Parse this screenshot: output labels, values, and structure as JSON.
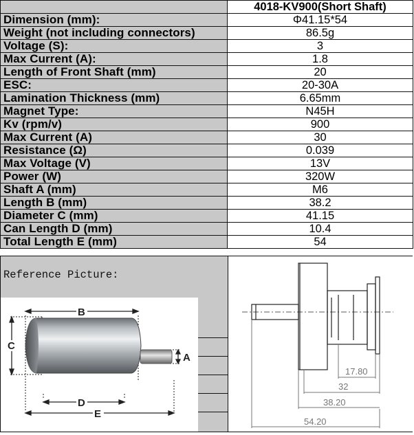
{
  "table": {
    "header": "4018-KV900(Short Shaft)",
    "rows": [
      {
        "label": "Dimension (mm):",
        "value": "Φ41.15*54"
      },
      {
        "label": "Weight  (not including connectors)",
        "value": "86.5g"
      },
      {
        "label": "Voltage (S):",
        "value": "3"
      },
      {
        "label": "Max Current (A):",
        "value": "1.8"
      },
      {
        "label": "Length of Front Shaft (mm)",
        "value": "20"
      },
      {
        "label": "ESC:",
        "value": "20-30A"
      },
      {
        "label": "Lamination Thickness (mm)",
        "value": "6.65mm"
      },
      {
        "label": "Magnet Type:",
        "value": "N45H"
      },
      {
        "label": "Kv (rpm/v)",
        "value": "900"
      },
      {
        "label": "Max Current  (A)",
        "value": "30"
      },
      {
        "label": "Resistance (Ω)",
        "value": "0.039"
      },
      {
        "label": "Max Voltage  (V)",
        "value": "13V"
      },
      {
        "label": "Power (W)",
        "value": "320W"
      },
      {
        "label": "Shaft A (mm)",
        "value": "M6"
      },
      {
        "label": "Length B (mm)",
        "value": "38.2"
      },
      {
        "label": "Diameter C (mm)",
        "value": "41.15"
      },
      {
        "label": "Can Length D (mm)",
        "value": "10.4"
      },
      {
        "label": "Total Length E (mm)",
        "value": "54"
      }
    ]
  },
  "reference": {
    "label": "Reference Picture:"
  },
  "photo_labels": {
    "a": "A",
    "b": "B",
    "c": "C",
    "d": "D",
    "e": "E"
  },
  "drawing_dims": {
    "d1": "17.80",
    "d2": "32",
    "d3": "38.20",
    "d4": "54.20"
  }
}
